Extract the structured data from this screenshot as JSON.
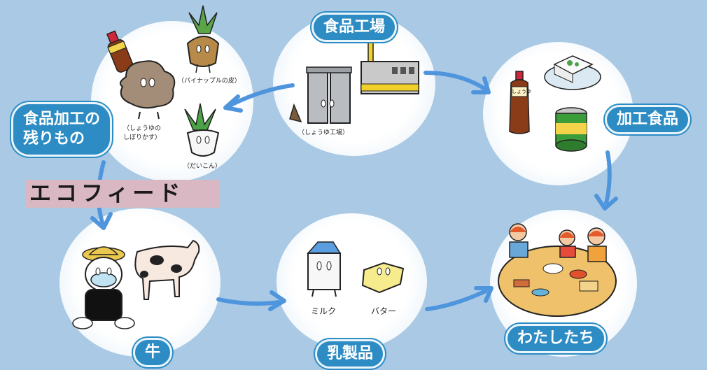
{
  "nodes": {
    "factory": {
      "label": "食品工場",
      "caption": "（しょうゆ工場）"
    },
    "leftovers": {
      "label": "食品加工の\n残りもの",
      "caption_pineapple": "（パイナップルの皮）",
      "caption_soy": "（しょうゆの\nしぼりかす）",
      "caption_daikon": "（だいこん）"
    },
    "processed": {
      "label": "加工食品",
      "soy_bottle_label": "しょうゆ"
    },
    "cow": {
      "label": "牛"
    },
    "dairy": {
      "label": "乳製品",
      "milk": "ミルク",
      "butter": "バター"
    },
    "us": {
      "label": "わたしたち"
    }
  },
  "ecofeed": {
    "label": "エコフィード"
  },
  "colors": {
    "background": "#a9c9e4",
    "pill": "#2d8cc4",
    "arrow": "#4f95dd",
    "ecofeed_band": "#d9b8c4"
  },
  "icons": [
    "soy-sauce-bottle-icon",
    "soy-pulp-character-icon",
    "pineapple-peel-character-icon",
    "daikon-character-icon",
    "factory-tanks-icon",
    "factory-building-icon",
    "tofu-plate-icon",
    "canned-corn-icon",
    "cow-mascot-icon",
    "cow-icon",
    "milk-carton-icon",
    "butter-icon",
    "family-dining-table-icon"
  ]
}
